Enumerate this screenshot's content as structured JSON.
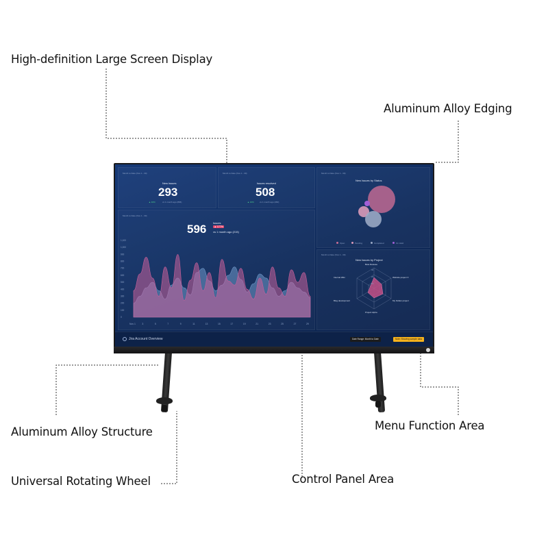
{
  "callouts": {
    "display": "High-definition Large Screen Display",
    "edging": "Aluminum Alloy Edging",
    "structure": "Aluminum Alloy Structure",
    "menu": "Menu Function Area",
    "wheel": "Universal Rotating Wheel",
    "control": "Control Panel Area"
  },
  "dashboard": {
    "new_issues": {
      "caption": "Month to Date (Nov 1 - 30)",
      "title": "New issues",
      "value": "293",
      "delta": "▲ 40%",
      "compare": "vs 1 month ago (896)"
    },
    "issues_resolved": {
      "caption": "Month to Date (Nov 1 - 30)",
      "title": "Issues resolved",
      "value": "508",
      "delta": "▲ 10%",
      "compare": "vs 1 month ago (460)"
    },
    "issues": {
      "caption": "Month to Date (Nov 1 - 30)",
      "title": "Issues",
      "value": "596",
      "delta": "▲ 177%",
      "compare": "vs 1 month ago (215)"
    },
    "status": {
      "caption": "Month to Date (Nov 1 - 30)",
      "title": "New Issues by Status",
      "legend": [
        "Open",
        "Pending",
        "Completed",
        "On Hold"
      ],
      "colors": {
        "open": "#c96d95",
        "pending": "#d99ab8",
        "completed": "#9aa9c4",
        "on_hold": "#a15fd6"
      }
    },
    "project": {
      "caption": "Month to Date (Nov 1 - 30)",
      "title": "New Issues by Project",
      "axes": [
        "Beta Release",
        "Website project X",
        "My hidden project",
        "Project Alpha",
        "Blog development",
        "Internal Wiki"
      ],
      "scale": [
        "30",
        "20",
        "10"
      ],
      "color": "#c24f86"
    },
    "footer": {
      "title": "Jira Account Overview",
      "date_range": "Date Range: Month to Date",
      "sample": "Note: Showing sample data"
    }
  },
  "chart_data": {
    "type": "area",
    "x_ticks": [
      "Nov 1",
      "3",
      "5",
      "7",
      "9",
      "11",
      "13",
      "15",
      "17",
      "19",
      "21",
      "23",
      "25",
      "27",
      "29"
    ],
    "y_ticks": [
      "1,100",
      "1,000",
      "900",
      "800",
      "700",
      "600",
      "500",
      "400",
      "300",
      "200",
      "100",
      "0"
    ],
    "ylim": [
      0,
      1100
    ],
    "series": [
      {
        "color": "#c9609a",
        "values": [
          380,
          620,
          860,
          560,
          300,
          720,
          420,
          900,
          240,
          530,
          780,
          380,
          640,
          280,
          830,
          520,
          460,
          700,
          400,
          260,
          560,
          330,
          720,
          420,
          300,
          680,
          500,
          640,
          300
        ]
      },
      {
        "color": "#6f97c9",
        "values": [
          200,
          300,
          420,
          500,
          380,
          260,
          460,
          560,
          420,
          320,
          640,
          700,
          520,
          380,
          460,
          600,
          720,
          540,
          360,
          480,
          620,
          560,
          420,
          300,
          380,
          500,
          420,
          360,
          280
        ]
      }
    ]
  }
}
